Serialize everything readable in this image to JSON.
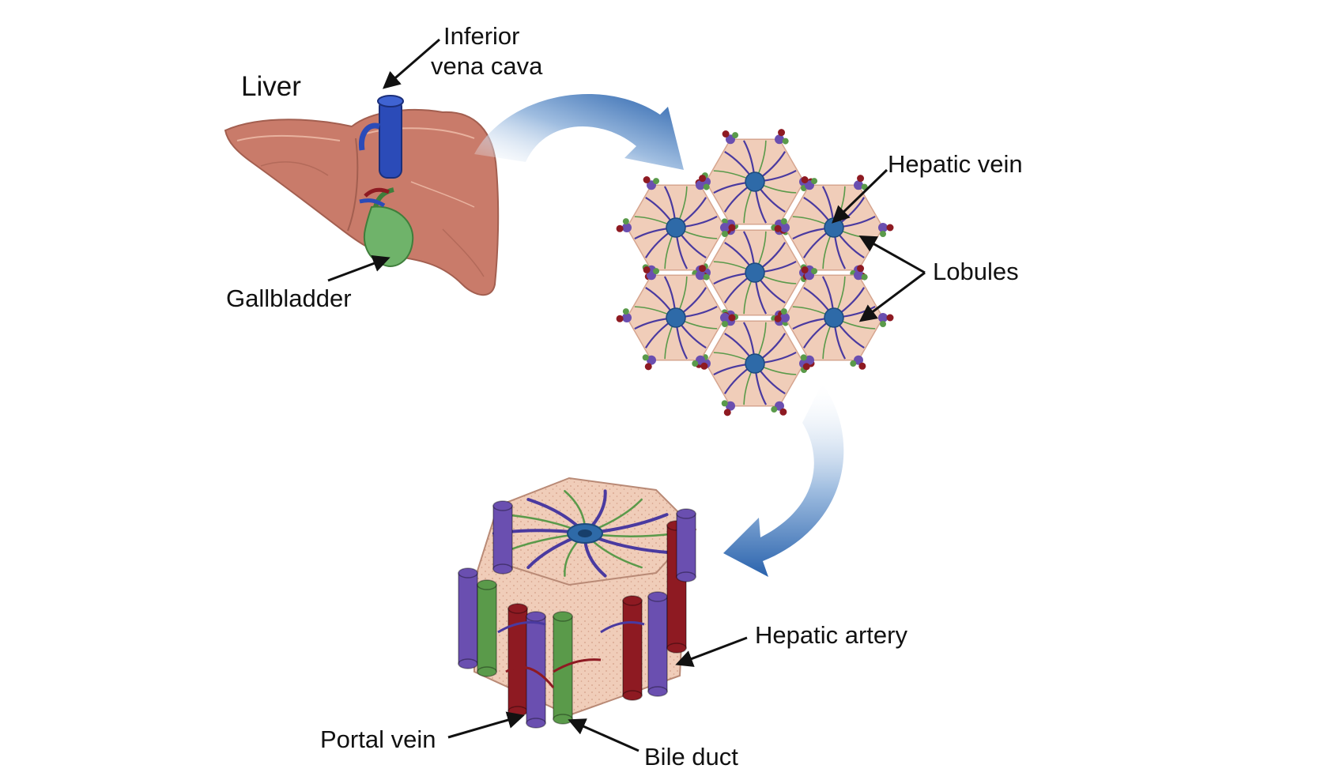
{
  "labels": {
    "liver": "Liver",
    "ivc_line1": "Inferior",
    "ivc_line2": "vena cava",
    "gallbladder": "Gallbladder",
    "hepatic_vein": "Hepatic vein",
    "lobules": "Lobules",
    "hepatic_artery": "Hepatic artery",
    "portal_vein": "Portal vein",
    "bile_duct": "Bile duct"
  },
  "colors": {
    "liver_tissue": "#c97b6a",
    "vena_cava": "#2b4bb8",
    "gallbladder": "#6fb36a",
    "portal_vein": "#6a4fb0",
    "hepatic_artery": "#8e1a22",
    "bile_duct": "#5a9a4a",
    "central_vein": "#2e6aa8",
    "lobule_tissue": "#f0cdb9",
    "sinusoid": "#4a3aa0",
    "flow_arrow": "#2f6db3"
  }
}
